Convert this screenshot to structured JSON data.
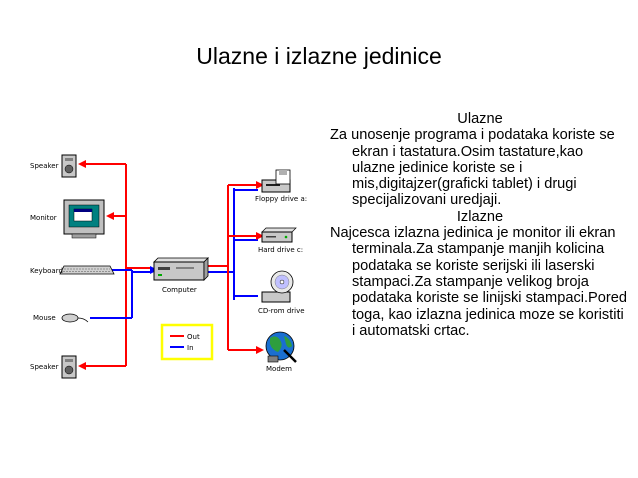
{
  "title": "Ulazne i izlazne jedinice",
  "diagram": {
    "labels": {
      "speaker_top": "Speaker",
      "monitor": "Monitor",
      "keyboard": "Keyboard",
      "mouse": "Mouse",
      "speaker_bottom": "Speaker",
      "computer": "Computer",
      "floppy": "Floppy drive a:",
      "harddrive": "Hard drive c:",
      "cdrom": "CD-rom drive",
      "modem": "Modem"
    },
    "legend": {
      "out": "Out",
      "in": "In"
    },
    "colors": {
      "out": "#ff0000",
      "in": "#0000ff",
      "legend_border": "#ffff00"
    }
  },
  "text": {
    "heading_in": "Ulazne",
    "para_in": "Za unosenje programa i podataka koriste se ekran i tastatura.Osim tastature,kao ulazne jedinice koriste se i mis,digitajzer(graficki tablet) i drugi specijalizovani uredjaji.",
    "heading_out": "Izlazne",
    "para_out": "Najcesca izlazna jedinica je monitor ili ekran terminala.Za stampanje manjih kolicina podataka se koriste serijski ili laserski stampaci.Za stampanje velikog broja podataka koriste se linijski stampaci.Pored toga, kao izlazna jedinica moze se koristiti i automatski crtac."
  }
}
